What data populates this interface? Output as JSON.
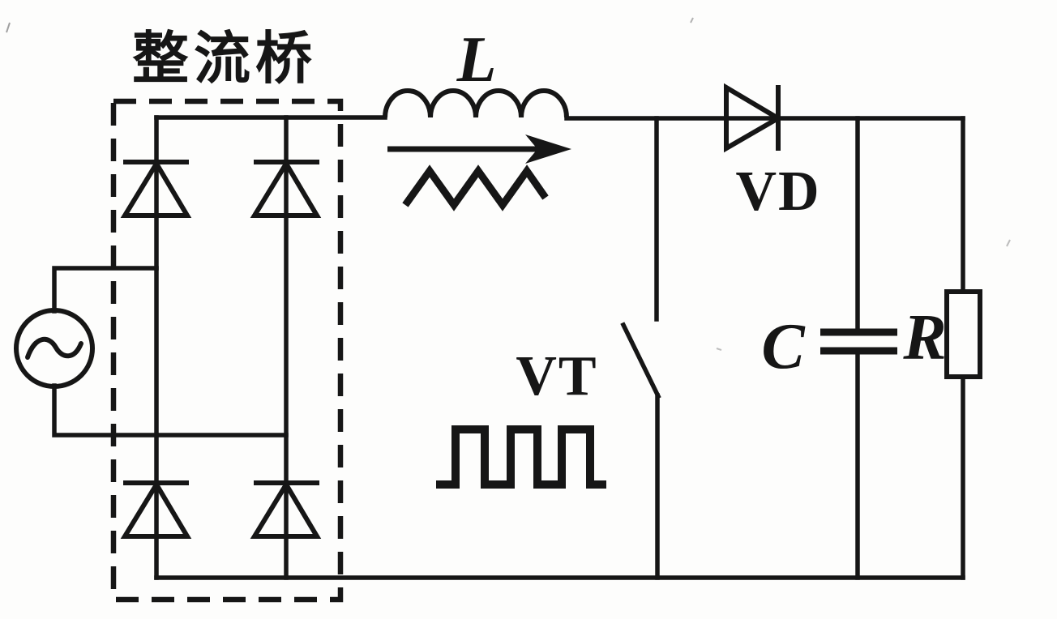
{
  "diagram": {
    "type": "circuit-schematic",
    "description_language": "zh",
    "labels": {
      "bridge": "整流桥",
      "inductor": "L",
      "freewheel_diode": "VD",
      "switch": "VT",
      "capacitor": "C",
      "resistor": "R"
    },
    "components": [
      {
        "id": "ac-source",
        "symbol": "ac-voltage-source"
      },
      {
        "id": "rectifier-bridge",
        "symbol": "four-diode-bridge",
        "label": "整流桥",
        "enclosure": "dashed-box"
      },
      {
        "id": "inductor",
        "symbol": "inductor-4-humps",
        "label": "L"
      },
      {
        "id": "current-arrow",
        "symbol": "right-arrow"
      },
      {
        "id": "ripple-current",
        "symbol": "triangle-wave"
      },
      {
        "id": "switch",
        "symbol": "open-switch",
        "label": "VT"
      },
      {
        "id": "gate-pulse",
        "symbol": "square-pulse-train"
      },
      {
        "id": "freewheel-diode",
        "symbol": "diode-right",
        "label": "VD"
      },
      {
        "id": "capacitor",
        "symbol": "capacitor-two-plates",
        "label": "C"
      },
      {
        "id": "resistor",
        "symbol": "resistor-box",
        "label": "R"
      }
    ],
    "colors": {
      "ink": "#161616",
      "paper": "#fdfdfc"
    }
  }
}
